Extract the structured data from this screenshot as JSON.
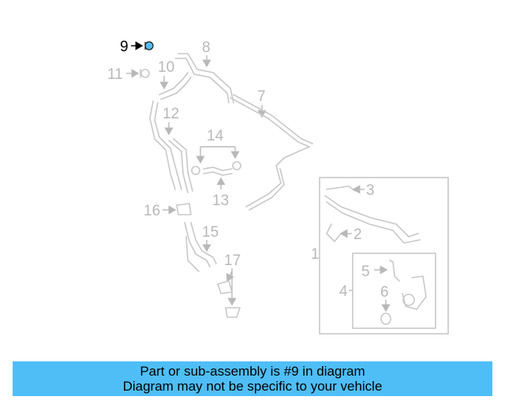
{
  "diagram": {
    "labels": {
      "l1": "1",
      "l2": "2",
      "l3": "3",
      "l4": "4",
      "l5": "5",
      "l6": "6",
      "l7": "7",
      "l8": "8",
      "l9": "9",
      "l10": "10",
      "l11": "11",
      "l12": "12",
      "l13": "13",
      "l14": "14",
      "l15": "15",
      "l16": "16",
      "l17": "17"
    },
    "highlight_color": "#4fbef7",
    "highlighted_part": "9"
  },
  "banner": {
    "line1": "Part or sub-assembly is #9 in diagram",
    "line2": "Diagram may not be specific to your vehicle",
    "background": "#4fbef7"
  }
}
